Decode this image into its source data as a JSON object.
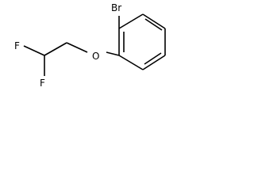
{
  "molecule": {
    "atoms": {
      "bromine": "Br",
      "oxygen": "O",
      "fluorine_top": "F",
      "fluorine_bottom": "F"
    },
    "bond_color": "#000000",
    "label_color": "#000000"
  }
}
